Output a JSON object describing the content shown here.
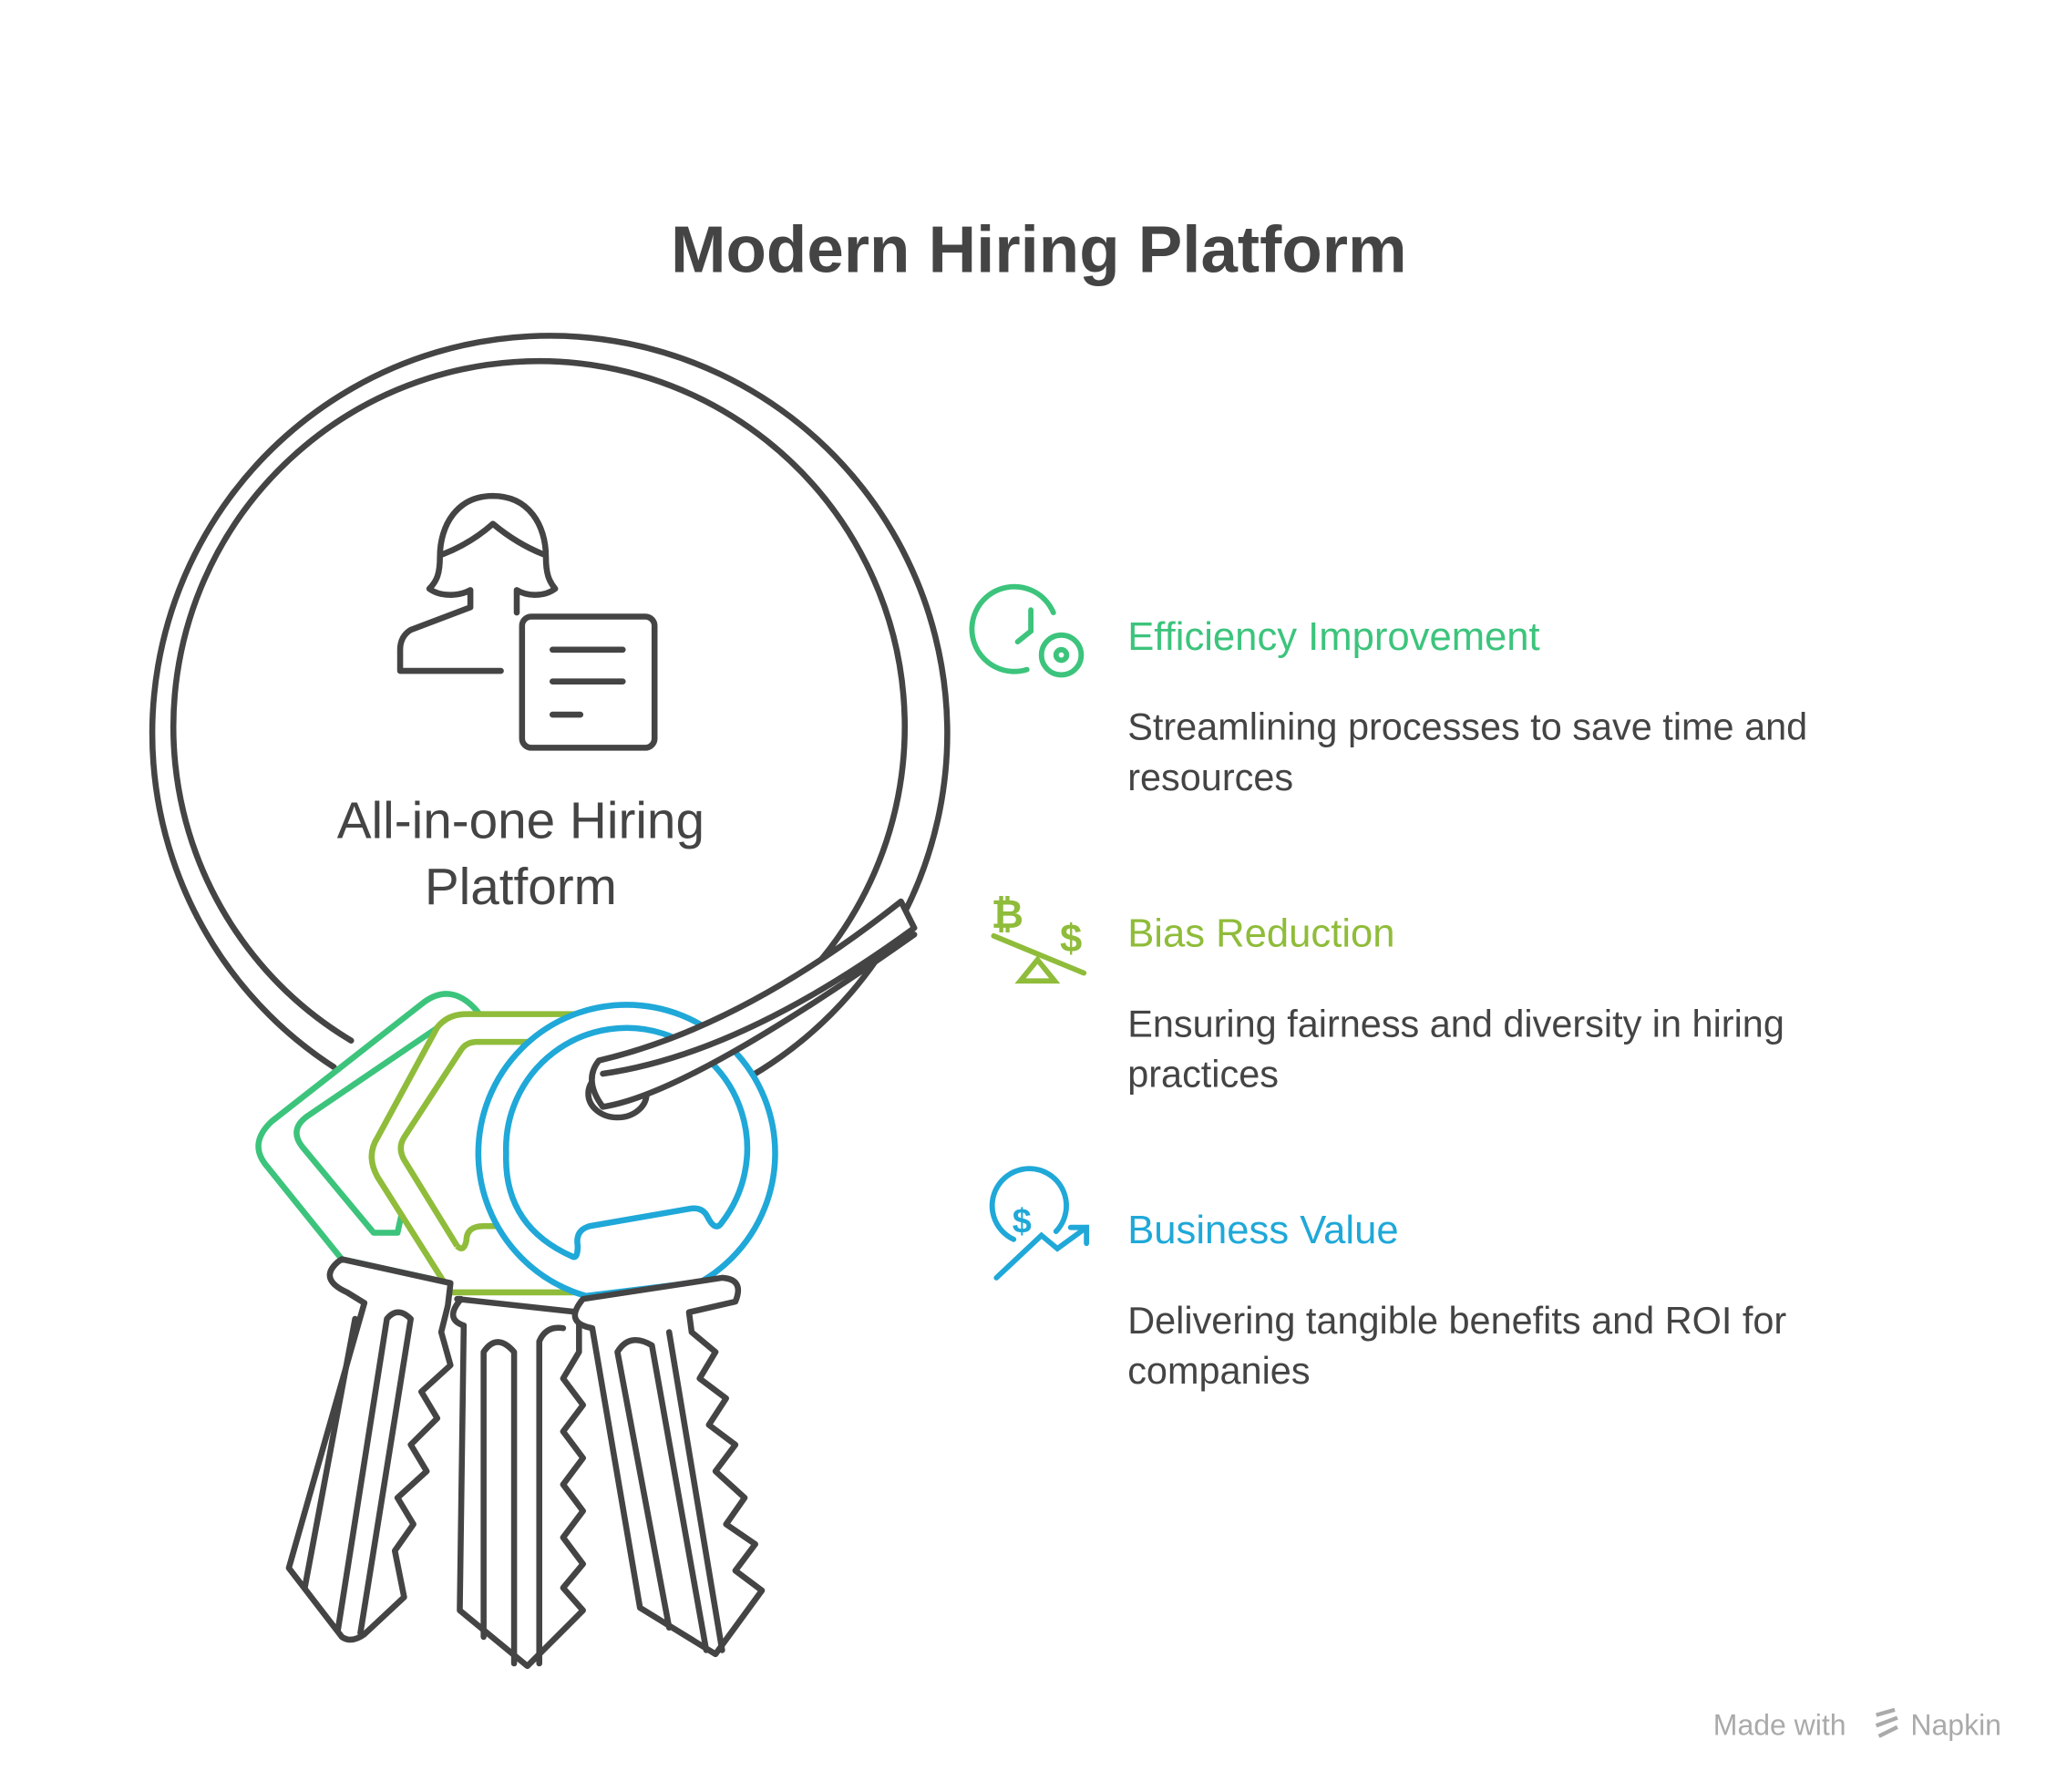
{
  "title": "Modern Hiring Platform",
  "center": {
    "line1": "All-in-one Hiring",
    "line2": "Platform",
    "icon": "person-document-icon"
  },
  "items": [
    {
      "heading": "Efficiency Improvement",
      "desc1": "Streamlining processes to save time and",
      "desc2": "resources",
      "icon": "clock-gear-icon",
      "color": "#3cc47c"
    },
    {
      "heading": "Bias Reduction",
      "desc1": "Ensuring fairness and diversity in hiring",
      "desc2": "practices",
      "icon": "balance-scale-icon",
      "color": "#8fbc3a"
    },
    {
      "heading": "Business Value",
      "desc1": "Delivering tangible benefits and ROI for",
      "desc2": "companies",
      "icon": "dollar-growth-icon",
      "color": "#1fa8d8"
    }
  ],
  "footer": {
    "made_with": "Made with",
    "brand": "Napkin"
  }
}
